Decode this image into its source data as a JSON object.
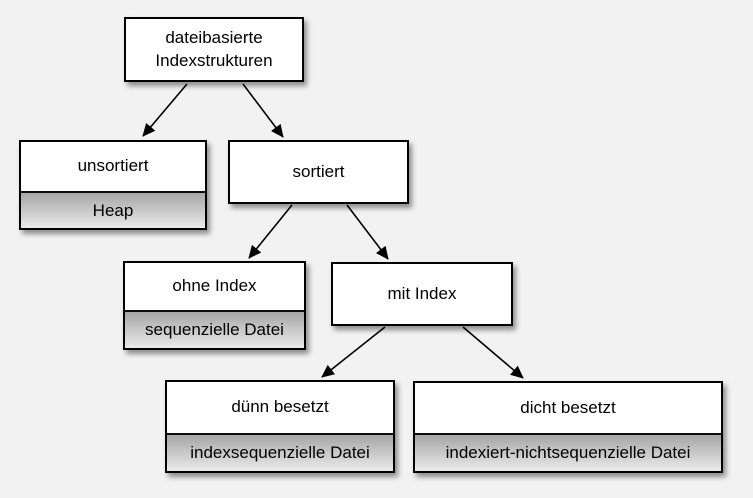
{
  "diagram": {
    "title": "dateibasierte Indexstrukturen",
    "type": "tree",
    "nodes": {
      "root": {
        "label": "dateibasierte Indexstrukturen"
      },
      "unsortiert": {
        "label": "unsortiert",
        "sublabel": "Heap"
      },
      "sortiert": {
        "label": "sortiert"
      },
      "ohne_index": {
        "label": "ohne Index",
        "sublabel": "sequenzielle Datei"
      },
      "mit_index": {
        "label": "mit Index"
      },
      "duenn_besetzt": {
        "label": "dünn besetzt",
        "sublabel": "indexsequenzielle Datei"
      },
      "dicht_besetzt": {
        "label": "dicht besetzt",
        "sublabel": "indexiert-nichtsequenzielle Datei"
      }
    },
    "edges": [
      {
        "from": "root",
        "to": "unsortiert"
      },
      {
        "from": "root",
        "to": "sortiert"
      },
      {
        "from": "sortiert",
        "to": "ohne_index"
      },
      {
        "from": "sortiert",
        "to": "mit_index"
      },
      {
        "from": "mit_index",
        "to": "duenn_besetzt"
      },
      {
        "from": "mit_index",
        "to": "dicht_besetzt"
      }
    ],
    "colors": {
      "background": "#f2f2f2",
      "box_fill": "#ffffff",
      "box_border": "#000000",
      "sublabel_gradient_top": "#a6a6a6",
      "sublabel_gradient_bottom": "#ebebeb",
      "arrow": "#000000",
      "text": "#000000"
    }
  }
}
